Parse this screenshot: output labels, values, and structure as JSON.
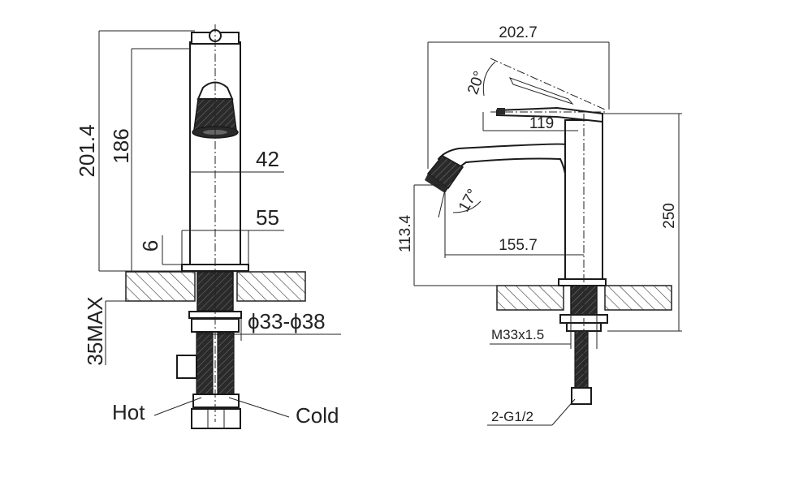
{
  "front_view": {
    "dim_total_height": "201.4",
    "dim_spout_height": "186",
    "dim_body_width": "42",
    "dim_base_width": "55",
    "dim_base_thickness": "6",
    "dim_max_counter": "35MAX",
    "dim_hole": "ϕ33-ϕ38",
    "label_hot": "Hot",
    "label_cold": "Cold"
  },
  "side_view": {
    "dim_total_length": "202.7",
    "dim_handle_angle": "20°",
    "dim_handle_length": "119",
    "dim_spout_angle": "17°",
    "dim_outlet_height": "113.4",
    "dim_spout_reach": "155.7",
    "dim_overall_height": "250",
    "dim_thread": "M33x1.5",
    "dim_hose": "2-G1/2"
  },
  "colors": {
    "line": "#222222",
    "fill_dark": "#2a2a2a",
    "background": "#ffffff"
  }
}
